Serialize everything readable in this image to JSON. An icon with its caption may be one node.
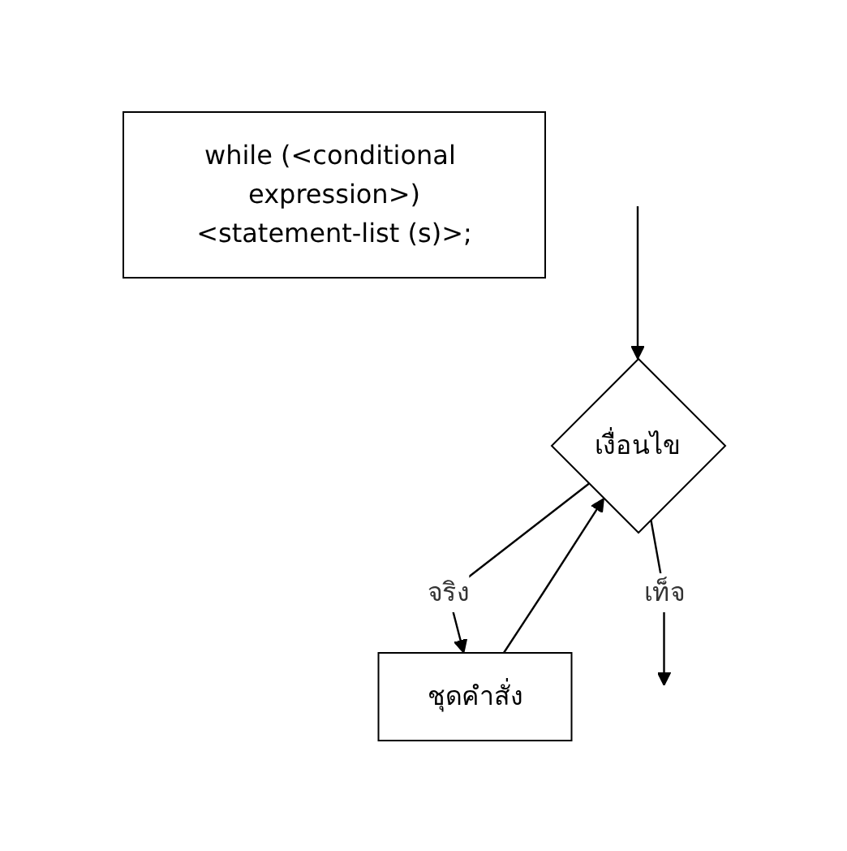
{
  "diagram": {
    "nodes": [
      {
        "text": [
          "while (<conditional expression>)",
          "<statement-list (s)>;"
        ]
      },
      {
        "text": [
          "เงื่อนไข"
        ]
      },
      {
        "text": [
          "ชุดคำสั่ง"
        ]
      }
    ],
    "edges": [
      {
        "from": null,
        "to": 1,
        "arrow": "to"
      },
      {
        "from": 1,
        "to": 2,
        "label": "จริง",
        "arrow": "to"
      },
      {
        "from": 2,
        "to": 1,
        "arrow": "to"
      },
      {
        "from": 1,
        "to": null,
        "label": "เท็จ",
        "arrow": "to"
      }
    ]
  }
}
